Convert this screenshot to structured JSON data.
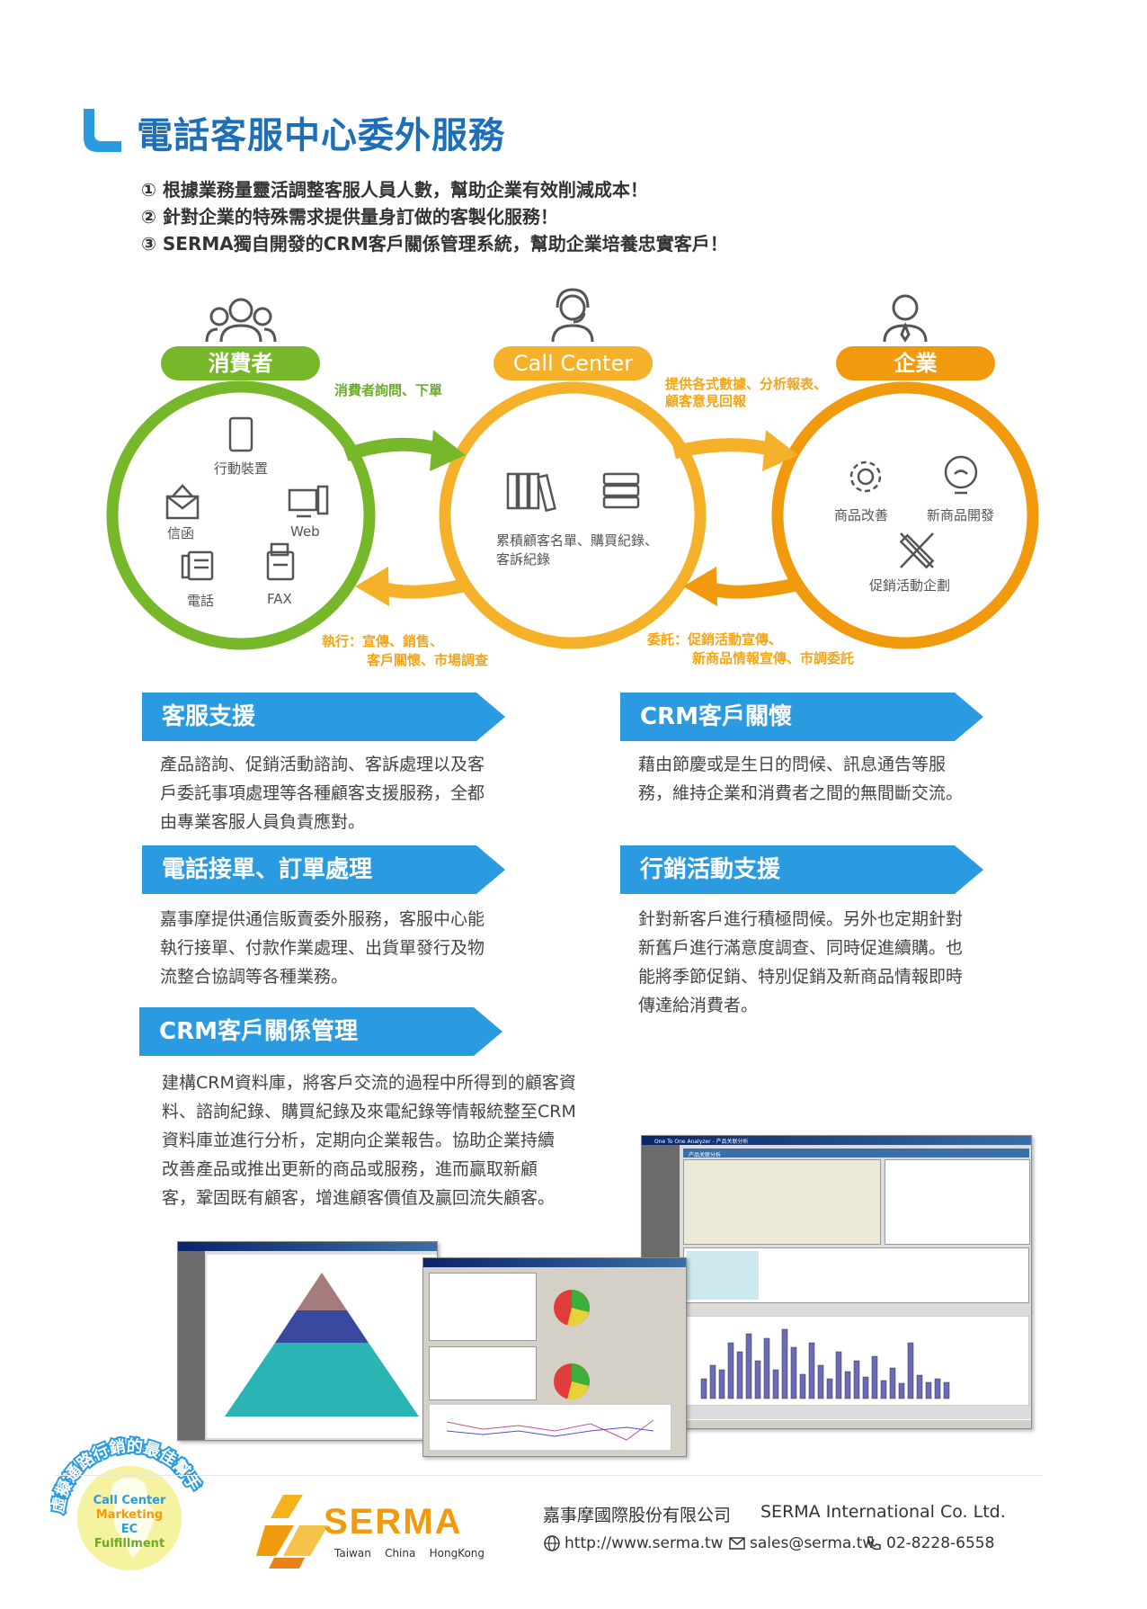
{
  "header": {
    "title": "電話客服中心委外服務",
    "bullets": [
      "① 根據業務量靈活調整客服人員人數，幫助企業有效削減成本！",
      "② 針對企業的特殊需求提供量身訂做的客製化服務！",
      "③ SERMA獨自開發的CRM客戶關係管理系統，幫助企業培養忠實客戶！"
    ]
  },
  "diagram": {
    "consumer": {
      "label": "消費者",
      "items": [
        "行動裝置",
        "信函",
        "Web",
        "電話",
        "FAX"
      ],
      "color": "#76b82a"
    },
    "call_center": {
      "label": "Call Center",
      "items": [
        "累積顧客名單、購買紀錄、",
        "客訴紀錄"
      ],
      "color": "#f6b12a"
    },
    "enterprise": {
      "label": "企業",
      "items": [
        "商品改善",
        "新商品開發",
        "促銷活動企劃"
      ],
      "color": "#f29a0e"
    },
    "arrows": {
      "consumer_to_cc": "消費者詢問、下單",
      "cc_to_enterprise": [
        "提供各式數據、分析報表、",
        "顧客意見回報"
      ],
      "enterprise_to_cc": [
        "委託：促銷活動宣傳、",
        "新商品情報宣傳、市調委託"
      ],
      "cc_to_consumer": [
        "執行：宣傳、銷售、",
        "客戶關懷、市場調查"
      ]
    }
  },
  "sections": [
    {
      "title": "客服支援",
      "lines": [
        "產品諮詢、促銷活動諮詢、客訴處理以及客",
        "戶委託事項處理等各種顧客支援服務，全都",
        "由專業客服人員負責應對。"
      ]
    },
    {
      "title": "CRM客戶關懷",
      "lines": [
        "藉由節慶或是生日的問候、訊息通告等服",
        "務，維持企業和消費者之間的無間斷交流。"
      ]
    },
    {
      "title": "電話接單、訂單處理",
      "lines": [
        "嘉事摩提供通信販賣委外服務，客服中心能",
        "執行接單、付款作業處理、出貨單發行及物",
        "流整合協調等各種業務。"
      ]
    },
    {
      "title": "行銷活動支援",
      "lines": [
        "針對新客戶進行積極問候。另外也定期針對",
        "新舊戶進行滿意度調查、同時促進續購。也",
        "能將季節促銷、特別促銷及新商品情報即時",
        "傳達給消費者。"
      ]
    },
    {
      "title": "CRM客戶關係管理",
      "lines": [
        "建構CRM資料庫，將客戶交流的過程中所得到的顧客資",
        "料、諮詢紀錄、購買紀錄及來電紀錄等情報統整至CRM",
        "資料庫並進行分析，定期向企業報告。協助企業持續",
        "改善產品或推出更新的商品或服務，進而贏取新顧",
        "客，鞏固既有顧客，增進顧客價值及贏回流失顧客。"
      ]
    }
  ],
  "screenshot": {
    "window_title": "One To One Analyzer - 产品关联分析",
    "panel_title": "产品关联分析"
  },
  "badge": {
    "arc_text": "虛擬通路行銷的最佳幫手",
    "lines": [
      "Call Center",
      "Marketing",
      "EC",
      "Fulfillment"
    ]
  },
  "logo": {
    "name": "SERMA",
    "regions": "Taiwan    China    HongKong"
  },
  "footer": {
    "company_zh": "嘉事摩國際股份有限公司",
    "company_en": "SERMA International Co. Ltd.",
    "website": "http://www.serma.tw",
    "email": "sales@serma.tw",
    "phone": "02-8228-6558"
  }
}
